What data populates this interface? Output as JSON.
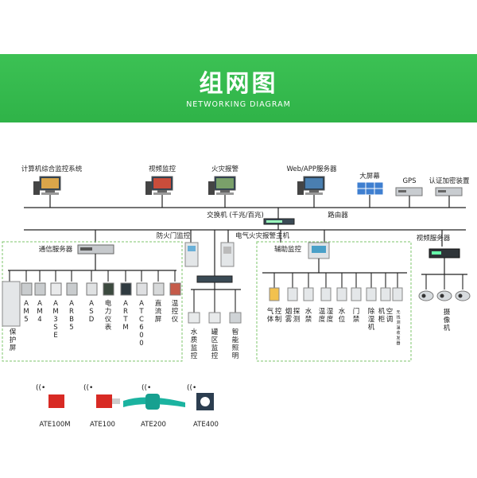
{
  "header": {
    "title": "组网图",
    "subtitle": "NETWORKING DIAGRAM",
    "color": "#34b84c"
  },
  "top_systems": [
    {
      "label": "计算机综合监控系统"
    },
    {
      "label": "视频监控"
    },
    {
      "label": "火灾报警"
    },
    {
      "label": "Web/APP服务器"
    },
    {
      "label": "大屏幕"
    },
    {
      "label": "GPS"
    },
    {
      "label": "认证加密装置"
    }
  ],
  "network": {
    "switch_label": "交换机 (千兆/百兆)",
    "router_label": "路由器",
    "fire_door_label": "防火门监控",
    "fire_host_label": "电气火灾报警主机",
    "video_server_label": "视频服务器"
  },
  "comm_server": {
    "label": "通信服务器",
    "devices": [
      "保护屏",
      "AM5",
      "AM4",
      "AM3SE",
      "ARB5",
      "ASD",
      "电力仪表",
      "ARTM",
      "ATC600",
      "直流屏",
      "温控仪"
    ]
  },
  "middle_group": {
    "devices": [
      "水质监控",
      "罐区监控",
      "智能照明"
    ]
  },
  "aux": {
    "label": "辅助监控",
    "devices": [
      "气体控制",
      "烟雾探测",
      "水禁",
      "温度湿度",
      "水位",
      "门禁",
      "除湿机",
      "机柜空调",
      "无线测温收发器"
    ]
  },
  "cameras": {
    "devices": [
      "摄像机"
    ]
  },
  "wireless_sensors": [
    "ATE100M",
    "ATE100",
    "ATE200",
    "ATE400"
  ]
}
